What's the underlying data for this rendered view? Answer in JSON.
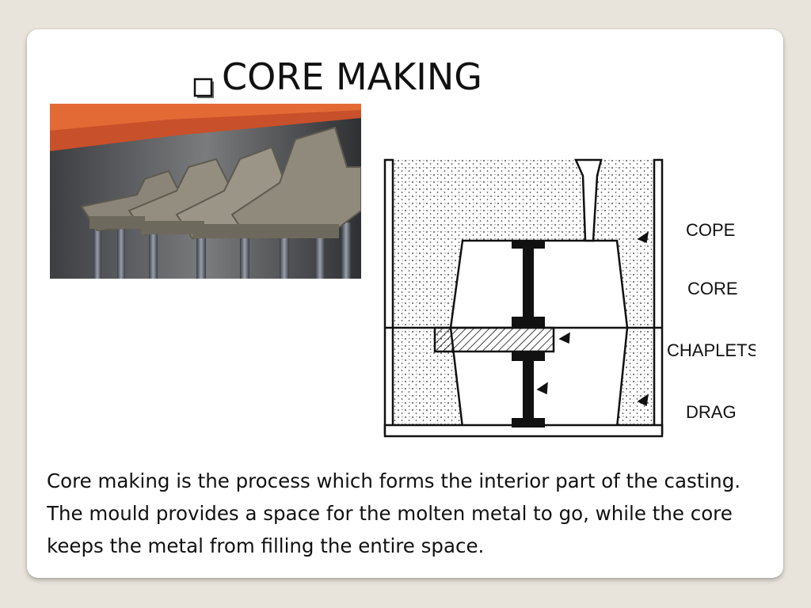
{
  "slide": {
    "title": "CORE MAKING",
    "body": "Core making is the process which forms the interior part of the casting. The mould provides a space for the molten metal to go, while the core keeps the metal from filling the entire space."
  },
  "diagram": {
    "labels": {
      "cope": "COPE",
      "core": "CORE",
      "chaplets": "CHAPLETS",
      "drag": "DRAG"
    }
  },
  "icons": {
    "bullet": "checkbox-square-icon"
  },
  "colors": {
    "background": "#e8e4dc",
    "slide": "#ffffff",
    "text": "#111111"
  }
}
